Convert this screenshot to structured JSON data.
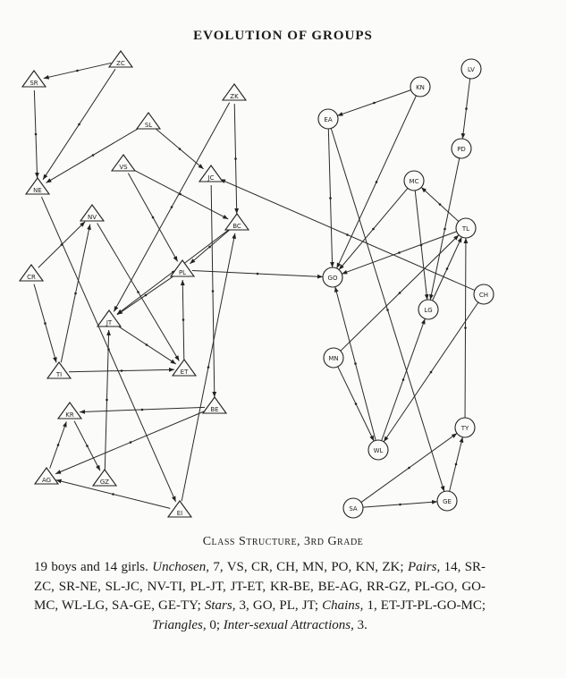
{
  "title": "EVOLUTION OF GROUPS",
  "caption": "Class Structure, 3rd Grade",
  "summary": {
    "s1": "19 boys and 14 girls.",
    "unchosen_label": "Unchosen,",
    "unchosen": "7, VS, CR, CH, MN, PO, KN, ZK;",
    "pairs_label": "Pairs,",
    "pairs": "14, SR-ZC, SR-NE, SL-JC, NV-TI, PL-JT, JT-ET, KR-BE, BE-AG, RR-GZ, PL-GO, GO-MC, WL-LG, SA-GE, GE-TY;",
    "stars_label": "Stars,",
    "stars": "3, GO, PL, JT;",
    "chains_label": "Chains,",
    "chains": "1, ET-JT-PL-GO-MC;",
    "triangles_label": "Triangles,",
    "triangles": "0;",
    "inter_label": "Inter-sexual Attractions,",
    "inter": "3."
  },
  "legend": {
    "boys_shape": "triangle",
    "girls_shape": "circle"
  },
  "boys": [
    "SR",
    "ZC",
    "ZK",
    "SL",
    "VS",
    "JC",
    "NE",
    "BC",
    "NV",
    "CR",
    "PL",
    "JT",
    "TI",
    "ET",
    "KR",
    "BE",
    "AG",
    "GZ",
    "EI"
  ],
  "girls": [
    "LV",
    "KN",
    "EA",
    "PD",
    "MC",
    "TL",
    "GO",
    "CH",
    "LG",
    "MN",
    "TY",
    "WL",
    "GE",
    "SA"
  ],
  "edges": [
    [
      "ZC",
      "SR"
    ],
    [
      "SR",
      "NE"
    ],
    [
      "ZC",
      "NE"
    ],
    [
      "SL",
      "NE"
    ],
    [
      "SL",
      "JC"
    ],
    [
      "ZK",
      "BC"
    ],
    [
      "ZK",
      "JT"
    ],
    [
      "VS",
      "BC"
    ],
    [
      "VS",
      "PL"
    ],
    [
      "JC",
      "BE"
    ],
    [
      "CH",
      "JC"
    ],
    [
      "BC",
      "JT"
    ],
    [
      "PL",
      "JT"
    ],
    [
      "BC",
      "PL"
    ],
    [
      "EI",
      "BC"
    ],
    [
      "NE",
      "EI"
    ],
    [
      "TI",
      "NV"
    ],
    [
      "CR",
      "NV"
    ],
    [
      "NV",
      "ET"
    ],
    [
      "CR",
      "TI"
    ],
    [
      "TI",
      "ET"
    ],
    [
      "JT",
      "ET"
    ],
    [
      "ET",
      "PL"
    ],
    [
      "PL",
      "GO"
    ],
    [
      "GZ",
      "JT"
    ],
    [
      "KR",
      "GZ"
    ],
    [
      "BE",
      "KR"
    ],
    [
      "BE",
      "AG"
    ],
    [
      "AG",
      "KR"
    ],
    [
      "EI",
      "AG"
    ],
    [
      "KN",
      "EA"
    ],
    [
      "KN",
      "GO"
    ],
    [
      "EA",
      "GO"
    ],
    [
      "EA",
      "GE"
    ],
    [
      "LV",
      "PD"
    ],
    [
      "PD",
      "LG"
    ],
    [
      "MC",
      "GO"
    ],
    [
      "MC",
      "LG"
    ],
    [
      "TL",
      "MC"
    ],
    [
      "TL",
      "GO"
    ],
    [
      "LG",
      "TL"
    ],
    [
      "MN",
      "TL"
    ],
    [
      "MN",
      "WL"
    ],
    [
      "WL",
      "GO"
    ],
    [
      "WL",
      "LG"
    ],
    [
      "CH",
      "WL"
    ],
    [
      "TY",
      "TL"
    ],
    [
      "GE",
      "TY"
    ],
    [
      "SA",
      "TY"
    ],
    [
      "SA",
      "GE"
    ]
  ]
}
